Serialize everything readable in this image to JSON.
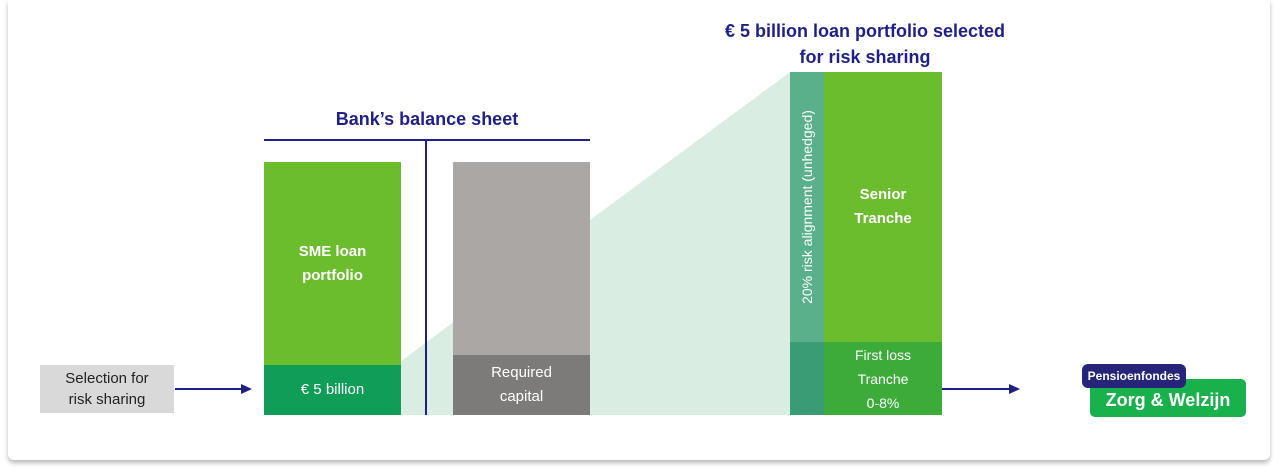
{
  "colors": {
    "green": "#6cbd2e",
    "dark_green": "#0f9d58",
    "mid_green": "#3dab3a",
    "teal": "#59b08a",
    "dark_teal": "#3a9c74",
    "grey": "#aaa7a5",
    "dark_grey": "#7d7b79",
    "light_grey": "#d9d9d9",
    "navy": "#1f1f8a",
    "funnel": "#d9ede3"
  },
  "balance_sheet": {
    "title": "Bank’s balance sheet",
    "sme_label": "SME loan\nportfolio",
    "amount_label": "€ 5 billion",
    "required_capital_label": "Required\ncapital"
  },
  "selection_box": {
    "label": "Selection for\nrisk sharing"
  },
  "portfolio": {
    "title": "€ 5 billion loan portfolio selected\nfor risk sharing",
    "risk_alignment_label": "20% risk alignment (unhedged)",
    "senior_tranche_label": "Senior\nTranche",
    "first_loss_label": "First loss\nTranche\n0-8%"
  },
  "badge": {
    "top_label": "Pensioenfondes",
    "main_label": "Zorg & Welzijn"
  }
}
